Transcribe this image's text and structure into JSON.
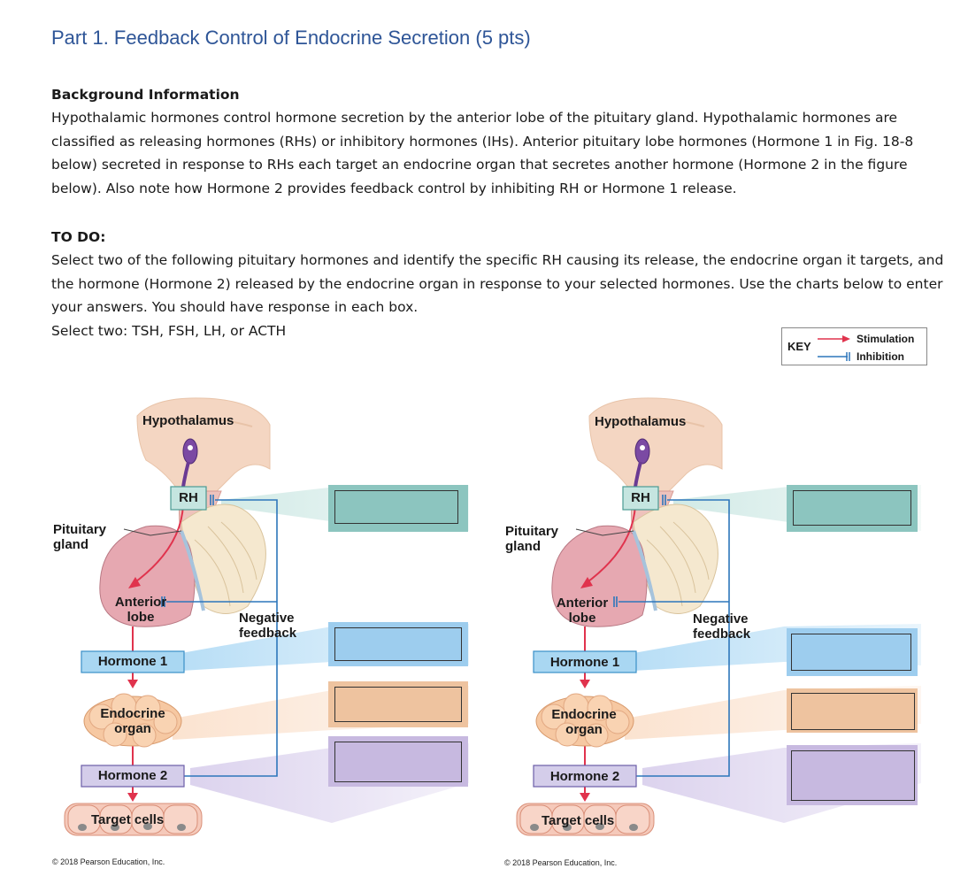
{
  "title": "Part 1. Feedback Control of Endocrine Secretion (5 pts)",
  "background": {
    "heading": "Background Information",
    "text": "Hypothalamic hormones control hormone secretion by the anterior lobe of the pituitary gland. Hypothalamic hormones are classified as releasing hormones (RHs) or inhibitory hormones (IHs). Anterior pituitary lobe hormones (Hormone 1 in Fig. 18-8 below) secreted in response to RHs each target an endocrine organ that secretes another hormone (Hormone 2 in the figure below). Also note how Hormone 2 provides feedback control by inhibiting RH or Hormone 1 release."
  },
  "todo": {
    "heading": "TO DO:",
    "text": "Select two of the following pituitary hormones and identify the specific RH causing its release, the endocrine organ it targets, and the hormone (Hormone 2) released by the endocrine organ in response to your selected hormones. Use the charts below to enter your answers. You should have response in each box.",
    "select": "Select two: TSH, FSH, LH, or ACTH"
  },
  "key": {
    "label": "KEY",
    "stimulation": "Stimulation",
    "inhibition": "Inhibition"
  },
  "diagram": {
    "hypothalamus": "Hypothalamus",
    "rh": "RH",
    "pituitary_line1": "Pituitary",
    "pituitary_line2": "gland",
    "anterior_line1": "Anterior",
    "anterior_line2": "lobe",
    "negative_line1": "Negative",
    "negative_line2": "feedback",
    "hormone1": "Hormone 1",
    "endocrine_line1": "Endocrine",
    "endocrine_line2": "organ",
    "hormone2": "Hormone 2",
    "target": "Target cells",
    "copyright": "© 2018 Pearson Education, Inc."
  },
  "colors": {
    "title": "#2e5597",
    "teal": "#8cc5bf",
    "blue": "#9dcdee",
    "orange": "#eec39f",
    "purple": "#c7b9e0",
    "stimulation_arrow": "#e0334d",
    "inhibition_line": "#2d76bb"
  }
}
